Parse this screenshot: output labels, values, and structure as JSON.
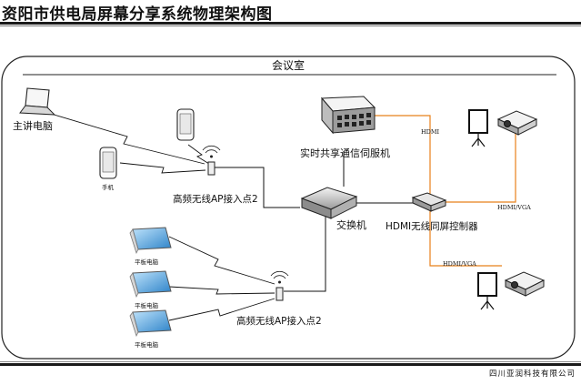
{
  "title": "资阳市供电局屏幕分享系统物理架构图",
  "room_label": "会议室",
  "devices": {
    "main_pc": "主讲电脑",
    "phone_small": "手机",
    "ap_top": "高频无线AP接入点2",
    "ap_bottom": "高频无线AP接入点2",
    "server": "实时共享通信伺服机",
    "switch": "交换机",
    "controller": "HDMI无线同屏控制器",
    "tablet_1": "平板电脑",
    "tablet_2": "平板电脑",
    "tablet_3": "平板电脑"
  },
  "cable_labels": {
    "hdmi": "HDMI",
    "hdmi_vga_right": "HDMI/VGA",
    "hdmi_vga_bottom": "HDMI/VGA"
  },
  "company": "四川亚润科技有限公司",
  "colors": {
    "orange_cable": "#e8801a",
    "black_cable": "#111111",
    "screen_blue": "#4fa3e0"
  }
}
